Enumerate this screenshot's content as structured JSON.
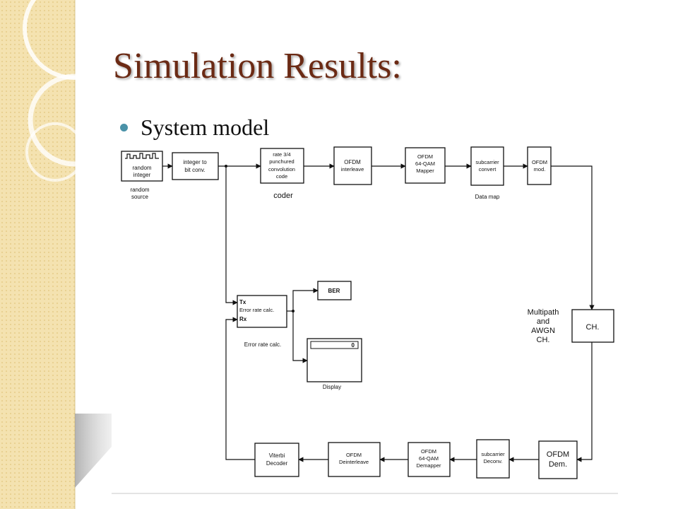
{
  "slide": {
    "title": "Simulation Results:",
    "bullet": "System model"
  },
  "colors": {
    "title": "#6b2a14",
    "bullet": "#4a92a8",
    "sidebar": "#f4e2b0",
    "line": "#111111"
  },
  "diagram": {
    "random_integer": [
      "random",
      "integer"
    ],
    "random_source": [
      "random",
      "source"
    ],
    "int_to_bit": [
      "integer to",
      "bit conv."
    ],
    "conv_code": [
      "rate 3/4",
      "punchured",
      "convolution",
      "code"
    ],
    "coder": "coder",
    "interleave": [
      "OFDM",
      "interleave"
    ],
    "mapper": [
      "OFDM",
      "64-QAM",
      "Mapper"
    ],
    "subcarrier_convert": [
      "subcarrier",
      "convert"
    ],
    "data_map": "Data map",
    "ofdm_mod": [
      "OFDM",
      "mod."
    ],
    "channel": "CH.",
    "channel_desc": [
      "Multipath",
      "and",
      "AWGN",
      "CH."
    ],
    "ofdm_dem": [
      "OFDM",
      "Dem."
    ],
    "subcarrier_deconv": [
      "subcarrier",
      "Deconv."
    ],
    "demapper": [
      "OFDM",
      "64-QAM",
      "Demapper"
    ],
    "deinterleave": [
      "OFDM",
      "Deinterleave"
    ],
    "viterbi": [
      "Viterbi",
      "Decoder"
    ],
    "error_calc": [
      "Tx",
      "Error rate calc.",
      "Rx"
    ],
    "error_calc_caption": "Error rate calc.",
    "ber": "BER",
    "display_caption": "Display",
    "display_value": "0"
  }
}
